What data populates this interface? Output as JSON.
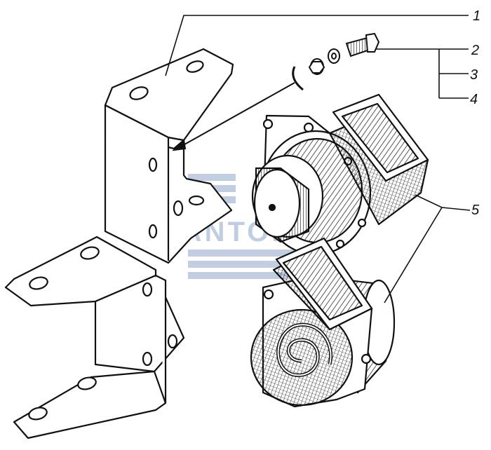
{
  "callouts": {
    "c1": "1",
    "c2": "2",
    "c3": "3",
    "c4": "4",
    "c5": "5"
  },
  "watermark": {
    "text": "SANTON"
  },
  "colors": {
    "ink": "#111111",
    "paper": "#ffffff",
    "watermark": "#8fa6c8"
  }
}
